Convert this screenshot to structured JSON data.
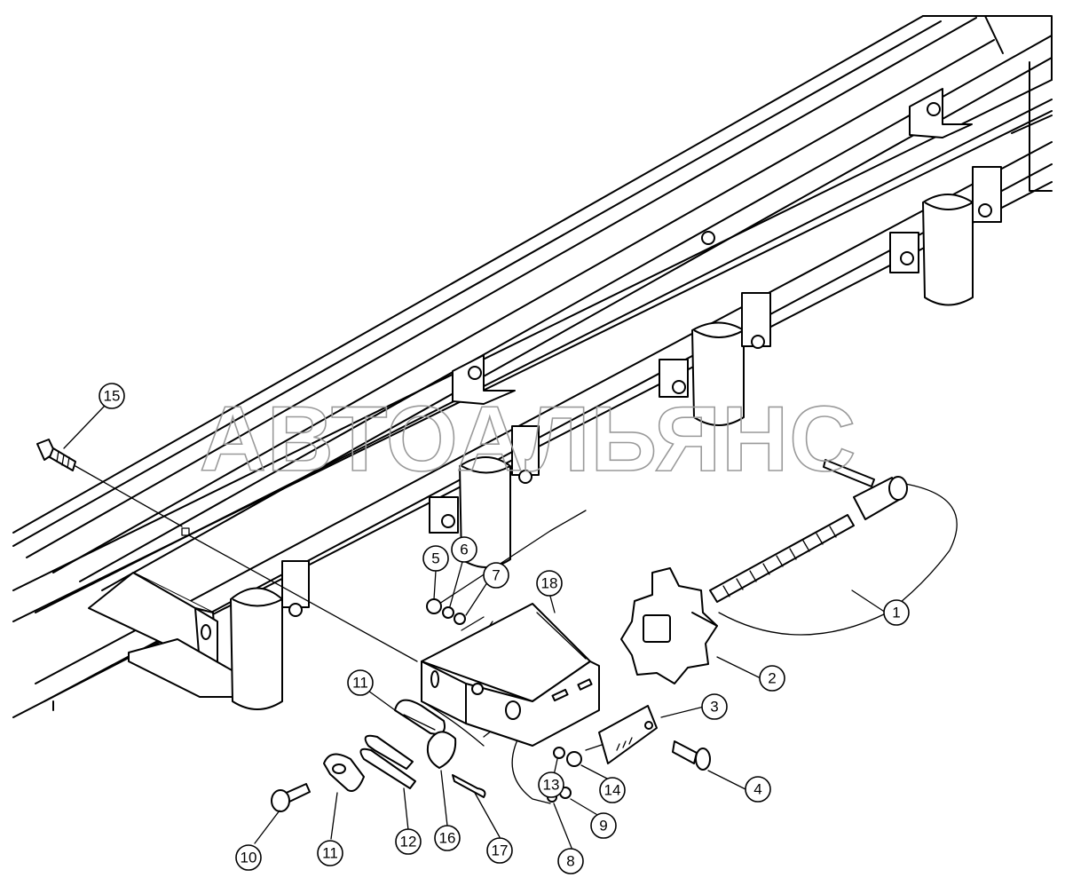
{
  "watermark": "АВТОАЛЬЯНС",
  "callouts": [
    {
      "id": "c1",
      "label": "1"
    },
    {
      "id": "c2",
      "label": "2"
    },
    {
      "id": "c3",
      "label": "3"
    },
    {
      "id": "c4",
      "label": "4"
    },
    {
      "id": "c5",
      "label": "5"
    },
    {
      "id": "c6",
      "label": "6"
    },
    {
      "id": "c7",
      "label": "7"
    },
    {
      "id": "c8",
      "label": "8"
    },
    {
      "id": "c9",
      "label": "9"
    },
    {
      "id": "c10",
      "label": "10"
    },
    {
      "id": "c11a",
      "label": "11"
    },
    {
      "id": "c11b",
      "label": "11"
    },
    {
      "id": "c12",
      "label": "12"
    },
    {
      "id": "c13",
      "label": "13"
    },
    {
      "id": "c14",
      "label": "14"
    },
    {
      "id": "c15",
      "label": "15"
    },
    {
      "id": "c16",
      "label": "16"
    },
    {
      "id": "c17",
      "label": "17"
    },
    {
      "id": "c18",
      "label": "18"
    }
  ]
}
